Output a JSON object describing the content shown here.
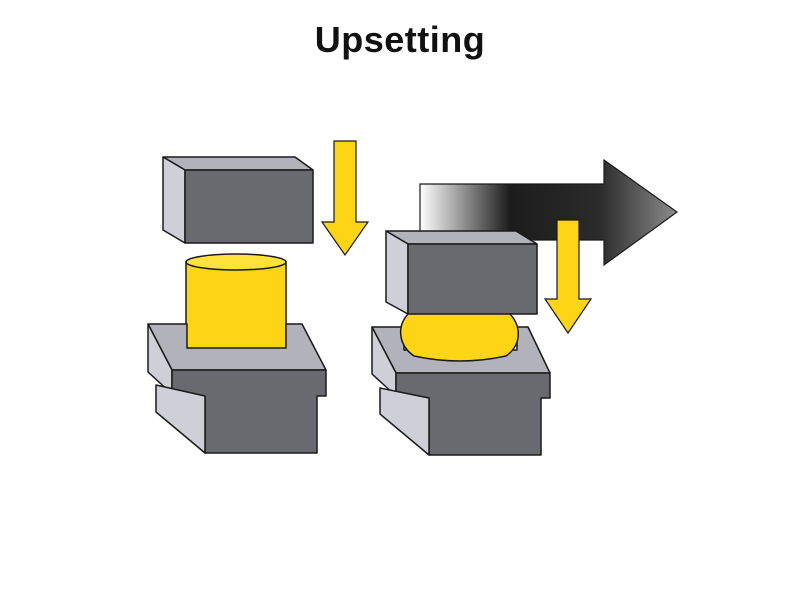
{
  "title": "Upsetting",
  "colors": {
    "die_front": "#696970",
    "die_top": "#b2b2ba",
    "die_side": "#cfcfd7",
    "workpiece": "#fdd416",
    "workpiece_top": "#ffe33a",
    "arrow_yellow": "#fdd416",
    "outline": "#1a1a1a",
    "title_text": "#111111"
  },
  "diagram": {
    "stages": [
      {
        "name": "before-upsetting",
        "top_die": "upper-die",
        "workpiece_shape": "cylinder",
        "motion": "down-arrow"
      },
      {
        "name": "after-upsetting",
        "top_die": "upper-die",
        "workpiece_shape": "bulged-cylinder",
        "motion": "down-arrow"
      }
    ],
    "transition": "progression-arrow-right"
  }
}
